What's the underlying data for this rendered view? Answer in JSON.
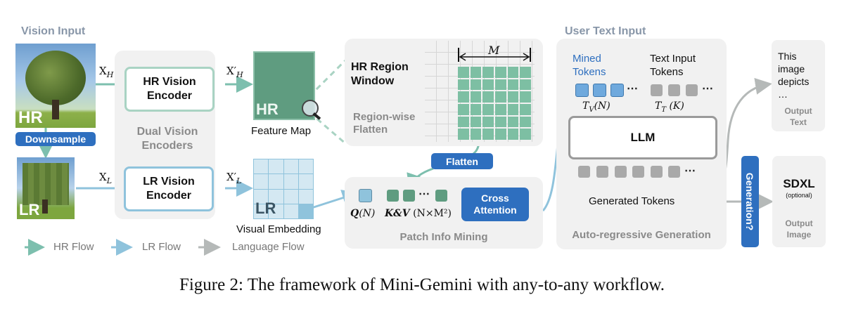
{
  "diagram": {
    "vision_input": {
      "title": "Vision Input",
      "hr_image_label": "HR",
      "lr_image_label": "LR",
      "downsample_label": "Downsample",
      "x_h": "X",
      "x_h_sub": "H",
      "x_l": "X",
      "x_l_sub": "L"
    },
    "dual_encoders": {
      "title_line1": "Dual Vision",
      "title_line2": "Encoders",
      "hr_encoder_line1": "HR Vision",
      "hr_encoder_line2": "Encoder",
      "lr_encoder_line1": "LR Vision",
      "lr_encoder_line2": "Encoder"
    },
    "feature_map": {
      "x_h_prime": "X′",
      "x_h_prime_sub": "H",
      "label": "Feature Map",
      "overlay": "HR"
    },
    "visual_embedding": {
      "x_l_prime": "X′",
      "x_l_prime_sub": "L",
      "label": "Visual Embedding",
      "overlay": "LR"
    },
    "region_window": {
      "title_line1": "HR Region",
      "title_line2": "Window",
      "subtitle_line1": "Region-wise",
      "subtitle_line2": "Flatten",
      "dimension_label": "M"
    },
    "flatten_label": "Flatten",
    "patch_info_mining": {
      "title": "Patch Info Mining",
      "q_label": "Q",
      "q_arg": "(N)",
      "kv_label": "K&V",
      "kv_arg": "(N×M²)",
      "ellipsis": "⋯",
      "cross_attention_line1": "Cross",
      "cross_attention_line2": "Attention"
    },
    "autoregressive": {
      "user_text_input": "User Text Input",
      "mined_tokens_line1": "Mined",
      "mined_tokens_line2": "Tokens",
      "text_tokens_line1": "Text Input",
      "text_tokens_line2": "Tokens",
      "tv_label": "T",
      "tv_sub": "V",
      "tv_arg": "(N)",
      "tt_label": "T",
      "tt_sub": "T",
      "tt_arg": "(K)",
      "llm_label": "LLM",
      "generated_tokens": "Generated Tokens",
      "title": "Auto-regressive Generation",
      "ellipsis": "⋯"
    },
    "generation_label": "Generation?",
    "output_text": {
      "line1": "This",
      "line2": "image",
      "line3": "depicts",
      "line4": "…",
      "title_line1": "Output",
      "title_line2": "Text"
    },
    "output_image": {
      "model": "SDXL",
      "note": "(optional)",
      "title_line1": "Output",
      "title_line2": "Image"
    },
    "legend": [
      {
        "label": "HR Flow",
        "color": "#7dbfae"
      },
      {
        "label": "LR Flow",
        "color": "#8fc3dc"
      },
      {
        "label": "Language Flow",
        "color": "#b5b9b8"
      }
    ],
    "colors": {
      "hr_green": "#6aad93",
      "lr_blue": "#8fc3dc",
      "accent_blue": "#2e6fbf",
      "panel_gray": "#f1f1f1",
      "token_gray": "#a9a9a9",
      "mined_blue": "#6fa9dd"
    }
  },
  "caption": "Figure 2: The framework of Mini-Gemini with any-to-any workflow."
}
